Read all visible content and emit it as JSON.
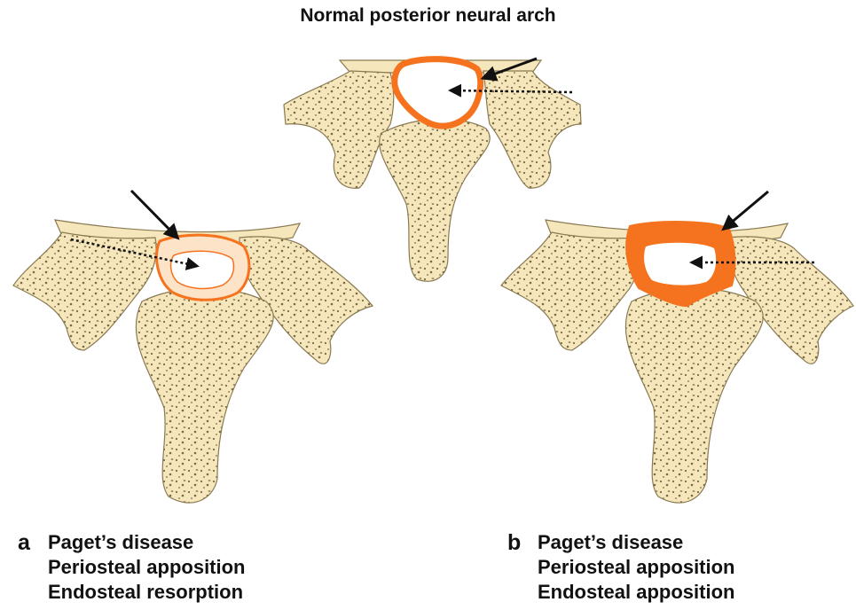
{
  "title": "Normal posterior neural arch",
  "panel_a": {
    "letter": "a",
    "lines": [
      "Paget’s disease",
      "Periosteal apposition",
      "Endosteal resorption"
    ]
  },
  "panel_b": {
    "letter": "b",
    "lines": [
      "Paget’s disease",
      "Periosteal apposition",
      "Endosteal apposition"
    ]
  },
  "colors": {
    "bone_fill": "#f5e6bb",
    "bone_outline": "#8a7a52",
    "cortex_orange": "#f5731e",
    "arrow": "#111111",
    "background": "#ffffff"
  }
}
